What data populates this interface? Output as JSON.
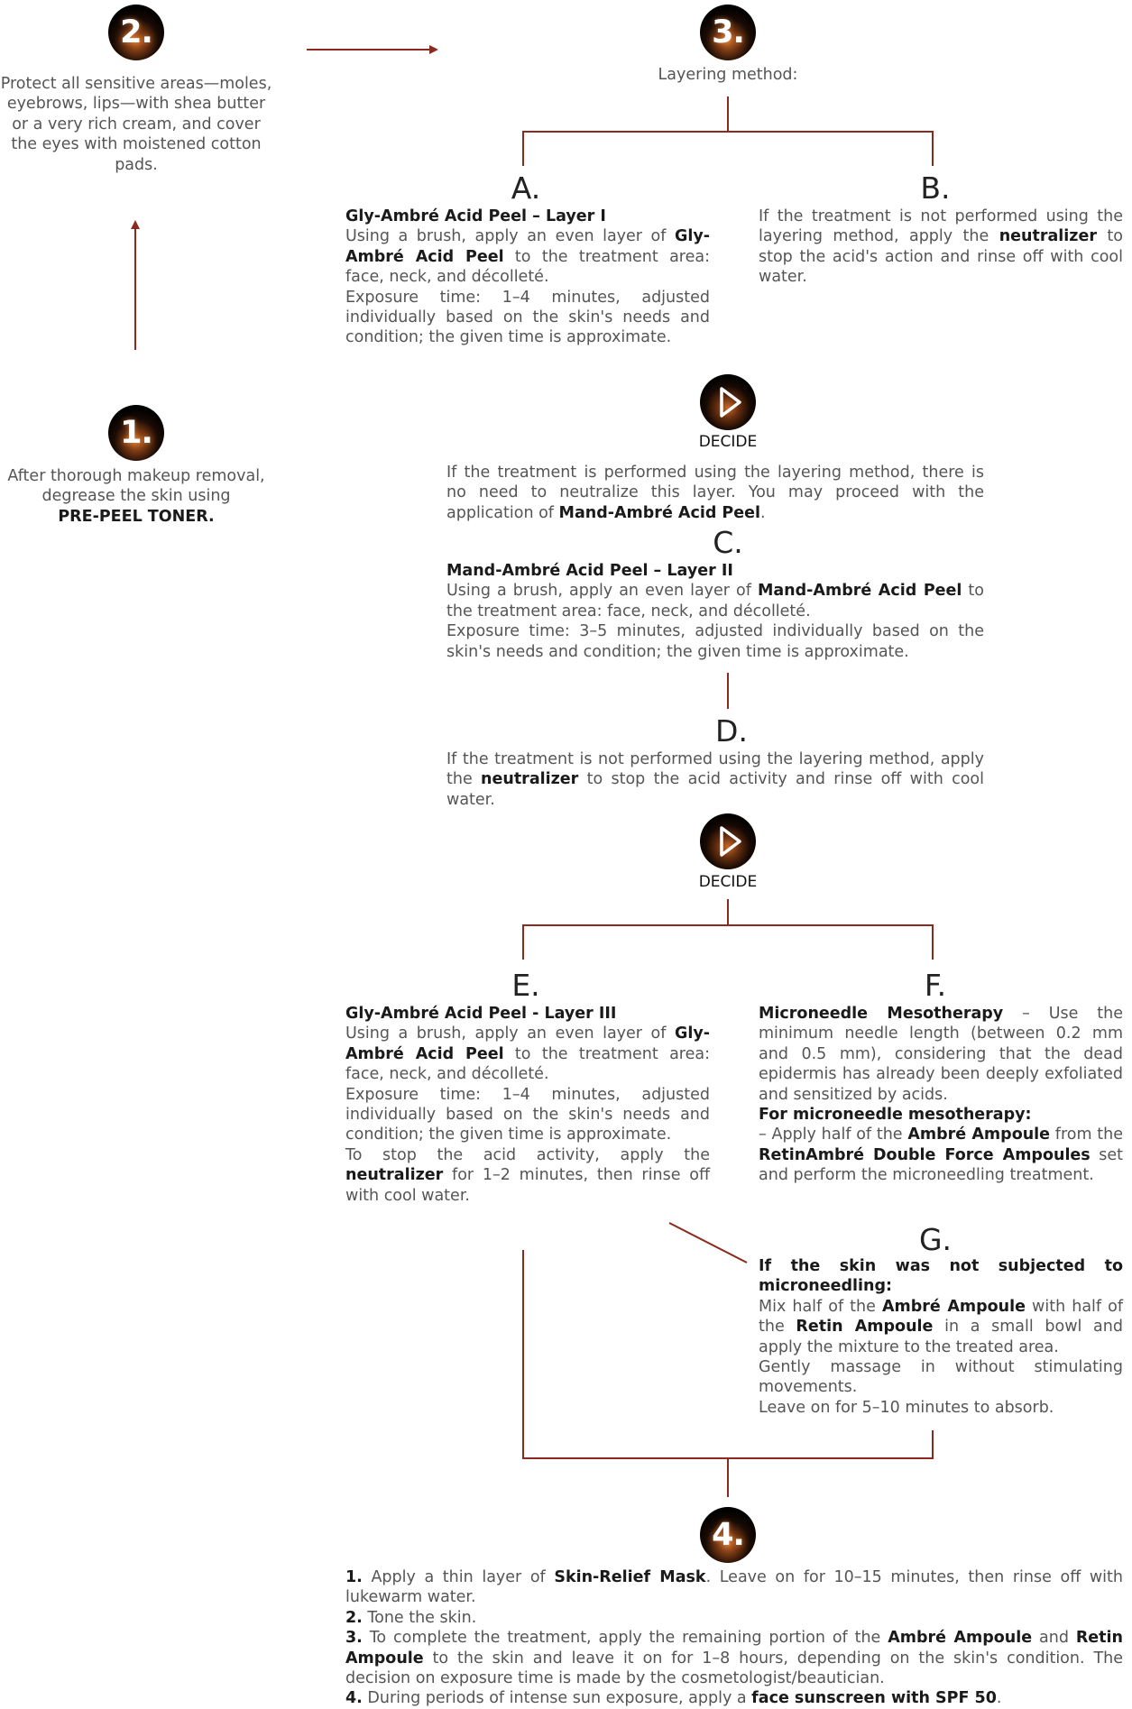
{
  "steps": {
    "s1": {
      "number": "1.",
      "text": "After thorough makeup removal, degrease the skin using",
      "bold": "PRE-PEEL TONER."
    },
    "s2": {
      "number": "2.",
      "text": "Protect all sensitive areas—moles, eyebrows, lips—with shea butter or a very rich cream, and cover the eyes with moistened cotton pads."
    },
    "s3": {
      "number": "3.",
      "text": "Layering method:"
    },
    "s4": {
      "number": "4.",
      "items": [
        {
          "num": "1.",
          "a": " Apply a thin layer of ",
          "b1": "Skin-Relief Mask",
          "c": ". Leave on for 10–15 minutes, then rinse off with lukewarm water."
        },
        {
          "num": "2.",
          "a": " Tone the skin."
        },
        {
          "num": "3.",
          "a": " To complete the treatment, apply the remaining portion of the ",
          "b1": "Ambré Ampoule",
          "c": " and ",
          "b2": "Retin Ampoule",
          "d": " to the skin and leave it on for 1–8 hours, depending on the skin's condition. The decision on exposure time is made by the cosmetologist/beautician."
        },
        {
          "num": "4.",
          "a": " During periods of intense sun exposure, apply a ",
          "b1": "face sunscreen with SPF 50",
          "c": "."
        }
      ]
    }
  },
  "decide_label": "DECIDE",
  "branches": {
    "A": {
      "letter": "A.",
      "title": "Gly-Ambré Acid Peel  – Layer I",
      "p1a": "Using a brush, apply an even layer of ",
      "p1b": "Gly-Ambré Acid Peel",
      "p1c": " to the treatment area: face, neck, and décolleté.",
      "p2": "Exposure time: 1–4 minutes, adjusted individually based on the skin's needs and condition; the given time is approximate."
    },
    "B": {
      "letter": "B.",
      "a": "If the treatment is not performed using the layering method, apply the ",
      "b": "neutralizer",
      "c": " to stop the acid's action and rinse off with cool water."
    },
    "decide1": {
      "a": "If the treatment is performed using the layering method, there is no need to neutralize this layer. You may proceed with the application of ",
      "b": "Mand-Ambré Acid Peel",
      "c": "."
    },
    "C": {
      "letter": "C.",
      "title": "Mand-Ambré Acid Peel – Layer II",
      "p1a": "Using a brush, apply an even layer of ",
      "p1b": "Mand-Ambré Acid Peel",
      "p1c": " to the treatment area: face, neck, and décolleté.",
      "p2": "Exposure time: 3–5 minutes, adjusted individually based on the skin's needs and condition; the given time is approximate."
    },
    "D": {
      "letter": "D.",
      "a": "If the treatment is not performed using the layering method, apply the ",
      "b": "neutralizer",
      "c": " to stop the acid activity and rinse off with cool water."
    },
    "E": {
      "letter": "E.",
      "title": "Gly-Ambré Acid Peel - Layer III",
      "p1a": "Using a brush, apply an even layer of ",
      "p1b": "Gly-Ambré Acid Peel",
      "p1c": " to the treatment area: face, neck, and décolleté.",
      "p2": "Exposure time: 1–4 minutes, adjusted individually based on the skin's needs and condition; the given time is approximate.",
      "p3a": "To stop the acid activity, apply the ",
      "p3b": "neutralizer",
      "p3c": " for 1–2 minutes, then rinse off with cool water."
    },
    "F": {
      "letter": "F.",
      "title": "Microneedle Mesotherapy",
      "p1": " – Use the minimum needle length (between 0.2 mm and 0.5 mm), considering that the dead epidermis has already been deeply exfoliated and sensitized by acids.",
      "sub": "For microneedle mesotherapy:",
      "p2a": "– Apply half of the ",
      "p2b": "Ambré Ampoule",
      "p2c": " from the ",
      "p2d": "RetinAmbré Double Force Ampoules",
      "p2e": " set and perform the microneedling treatment."
    },
    "G": {
      "letter": "G.",
      "title": "If the skin was not subjected to microneedling:",
      "p1a": "Mix half of the ",
      "p1b": "Ambré Ampoule",
      "p1c": " with half of the ",
      "p1d": "Retin Ampoule",
      "p1e": " in a small bowl and apply the mixture to the treated area.",
      "p2": "Gently massage in without stimulating movements.",
      "p3": "Leave on for 5–10 minutes to absorb."
    }
  },
  "colors": {
    "connector": "#8b2a1f",
    "text": "#555555",
    "bold_text": "#1a1a1a"
  }
}
